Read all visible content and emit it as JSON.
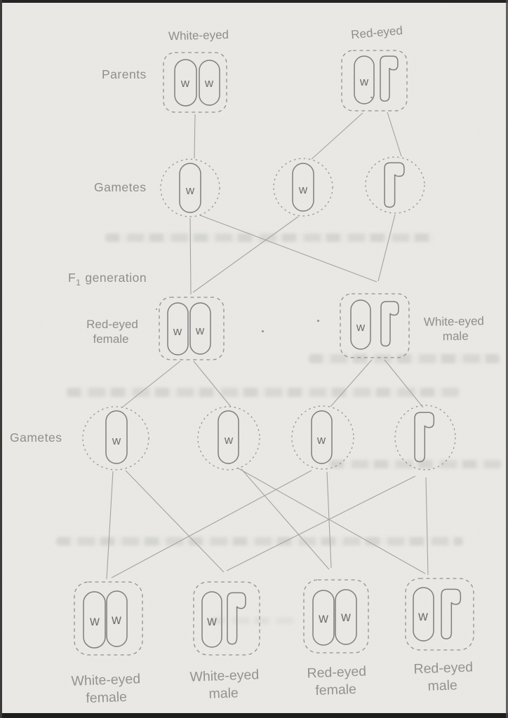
{
  "stage_labels": {
    "parents": "Parents",
    "gametes_1": "Gametes",
    "f1_prefix": "F",
    "f1_sub": "1",
    "f1_suffix": "generation",
    "gametes_2": "Gametes"
  },
  "parents": {
    "female": {
      "phenotype": "White-eyed",
      "alleles": [
        "w",
        "w"
      ]
    },
    "male": {
      "phenotype": "Red-eyed",
      "alleles": [
        "w"
      ],
      "has_y_chromosome": true
    }
  },
  "gametes_row1": [
    {
      "allele": "w"
    },
    {
      "allele": "w"
    },
    {
      "chromosome": "Y"
    }
  ],
  "f1": {
    "female": {
      "line1": "Red-eyed",
      "line2": "female",
      "alleles": [
        "w",
        "w"
      ]
    },
    "male": {
      "line1": "White-eyed",
      "line2": "male",
      "alleles": [
        "w"
      ],
      "has_y_chromosome": true
    }
  },
  "gametes_row2": [
    {
      "allele": "w"
    },
    {
      "allele": "w"
    },
    {
      "allele": "w"
    },
    {
      "chromosome": "Y"
    }
  ],
  "offspring": [
    {
      "line1": "White-eyed",
      "line2": "female",
      "alleles": [
        "w",
        "w"
      ]
    },
    {
      "line1": "White-eyed",
      "line2": "male",
      "alleles": [
        "w"
      ],
      "has_y_chromosome": true
    },
    {
      "line1": "Red-eyed",
      "line2": "female",
      "alleles": [
        "w",
        "w"
      ]
    },
    {
      "line1": "Red-eyed",
      "line2": "male",
      "alleles": [
        "w"
      ],
      "has_y_chromosome": true
    }
  ],
  "colors": {
    "paper": "#eae9e5",
    "ink_outline": "#7d7d7d",
    "ink_dashed": "#919191",
    "ink_text": "#8d8d8d",
    "scan_border": "#242424"
  }
}
